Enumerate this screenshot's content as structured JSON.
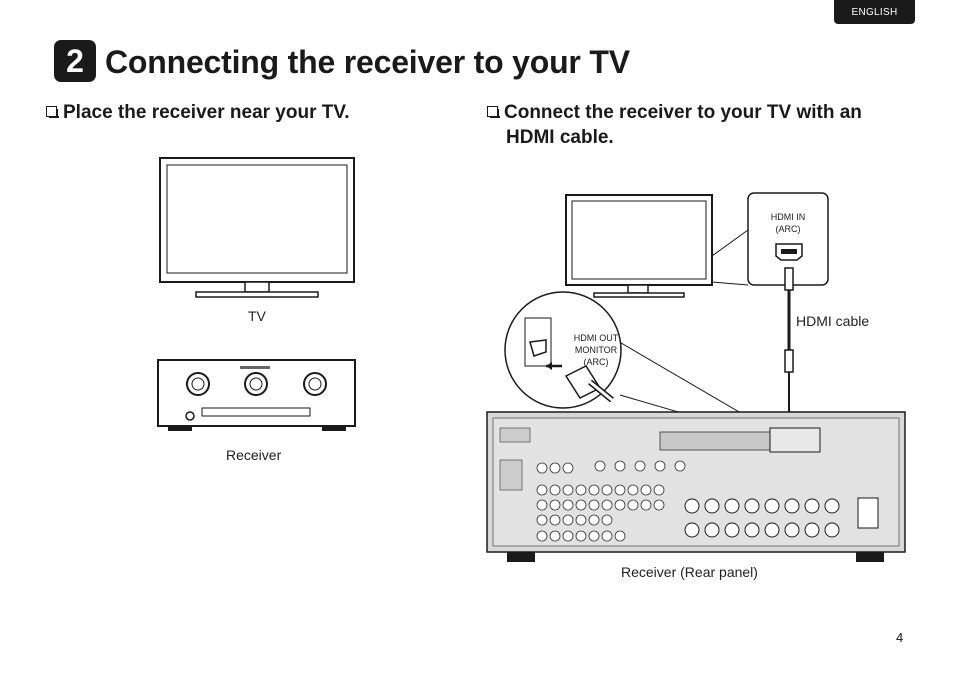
{
  "header": {
    "language_tab": "ENGLISH"
  },
  "title": {
    "step_number": "2",
    "text": "Connecting the receiver to your TV"
  },
  "left_section": {
    "heading": "Place the receiver near your TV.",
    "tv_caption": "TV",
    "receiver_caption": "Receiver"
  },
  "right_section": {
    "heading_line1": "Connect the receiver to your TV with an",
    "heading_line2": "HDMI cable.",
    "hdmi_in_label": "HDMI IN",
    "hdmi_in_sub": "(ARC)",
    "hdmi_out_label_1": "HDMI OUT",
    "hdmi_out_label_2": "MONITOR",
    "hdmi_out_sub": "(ARC)",
    "cable_caption": "HDMI cable",
    "rear_panel_caption": "Receiver (Rear panel)"
  },
  "footer": {
    "page_number": "4"
  }
}
